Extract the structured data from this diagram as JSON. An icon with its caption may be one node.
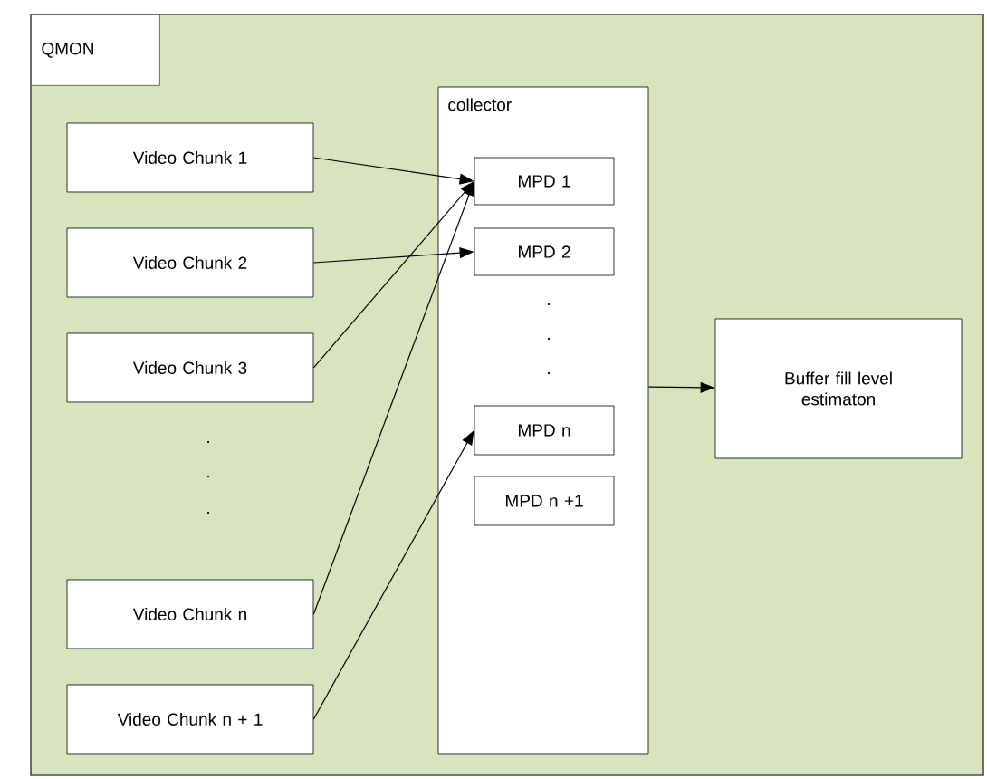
{
  "diagram": {
    "nodes": [
      {
        "text": [
          "QMON"
        ]
      },
      {
        "text": [
          "Video Chunk 1"
        ],
        "in": 0
      },
      {
        "text": [
          "Video Chunk 2"
        ],
        "in": 0
      },
      {
        "text": [
          "Video Chunk 3"
        ],
        "in": 0
      },
      {
        "text": [
          "Video Chunk n"
        ],
        "in": 0
      },
      {
        "text": [
          "Video Chunk n + 1"
        ],
        "in": 0
      },
      {
        "text": [
          "collector"
        ],
        "in": 0
      },
      {
        "text": [
          "MPD 1"
        ],
        "in": 6
      },
      {
        "text": [
          "MPD 2"
        ],
        "in": 6
      },
      {
        "text": [
          "MPD n"
        ],
        "in": 6
      },
      {
        "text": [
          "MPD n +1"
        ],
        "in": 6
      },
      {
        "text": [
          "Buffer fill level estimaton"
        ],
        "in": 0
      }
    ],
    "edges": [
      {
        "from": 1,
        "to": 7,
        "arrow": "to"
      },
      {
        "from": 2,
        "to": 8,
        "arrow": "to"
      },
      {
        "from": 3,
        "to": 7,
        "arrow": "to"
      },
      {
        "from": 4,
        "to": 7,
        "arrow": "to"
      },
      {
        "from": 5,
        "to": 9,
        "arrow": "to"
      },
      {
        "from": 6,
        "to": 11,
        "arrow": "to"
      }
    ],
    "labels": [
      ".",
      ".",
      ".",
      ".",
      ".",
      "."
    ]
  }
}
